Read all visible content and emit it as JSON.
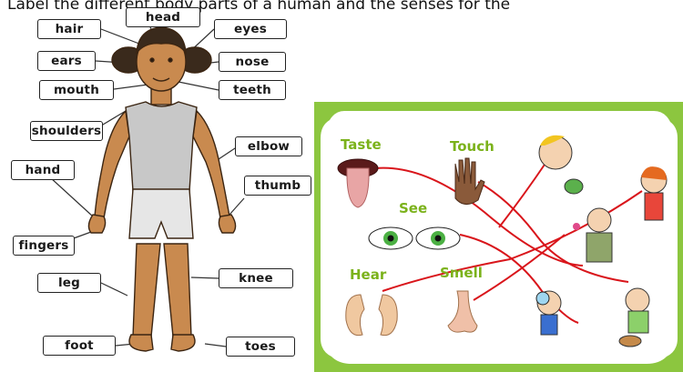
{
  "banner": {
    "text": "Label the different body parts of a human and the senses for the"
  },
  "body_labels": {
    "head": "head",
    "hair": "hair",
    "eyes": "eyes",
    "ears": "ears",
    "nose": "nose",
    "mouth": "mouth",
    "teeth": "teeth",
    "shoulders": "shoulders",
    "elbow": "elbow",
    "hand": "hand",
    "thumb": "thumb",
    "fingers": "fingers",
    "leg": "leg",
    "knee": "knee",
    "foot": "foot",
    "toes": "toes"
  },
  "senses": {
    "taste": "Taste",
    "touch": "Touch",
    "see": "See",
    "hear": "Hear",
    "smell": "Smell"
  },
  "colors": {
    "frame_green": "#8cc63f",
    "sense_label": "#7bb21b",
    "match_line": "#d9151b",
    "skin": "#c98a4f",
    "vest": "#c8c8c8"
  }
}
